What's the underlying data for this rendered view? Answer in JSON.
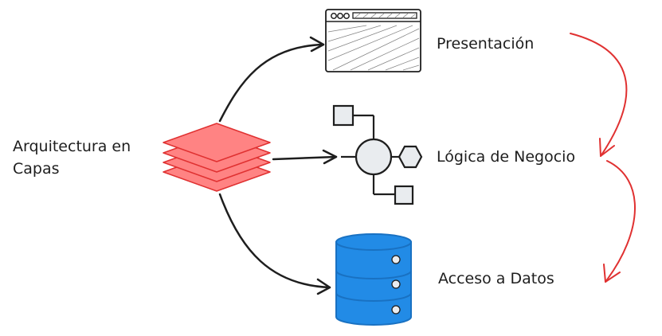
{
  "diagram": {
    "source": {
      "line1": "Arquitectura en",
      "line2": "Capas"
    },
    "layers": [
      {
        "id": "presentation",
        "label": "Presentación",
        "icon": "browser-window-icon"
      },
      {
        "id": "business",
        "label": "Lógica de Negocio",
        "icon": "component-graph-icon"
      },
      {
        "id": "data",
        "label": "Acceso a Datos",
        "icon": "database-icon"
      }
    ],
    "colors": {
      "stroke": "#1e1e1e",
      "layers_fill": "#ff8383",
      "layers_stroke": "#e03131",
      "flow_arrow": "#e03131",
      "database_fill": "#228be6",
      "database_stroke": "#1971c2",
      "icon_fill": "#e9ecef"
    }
  }
}
